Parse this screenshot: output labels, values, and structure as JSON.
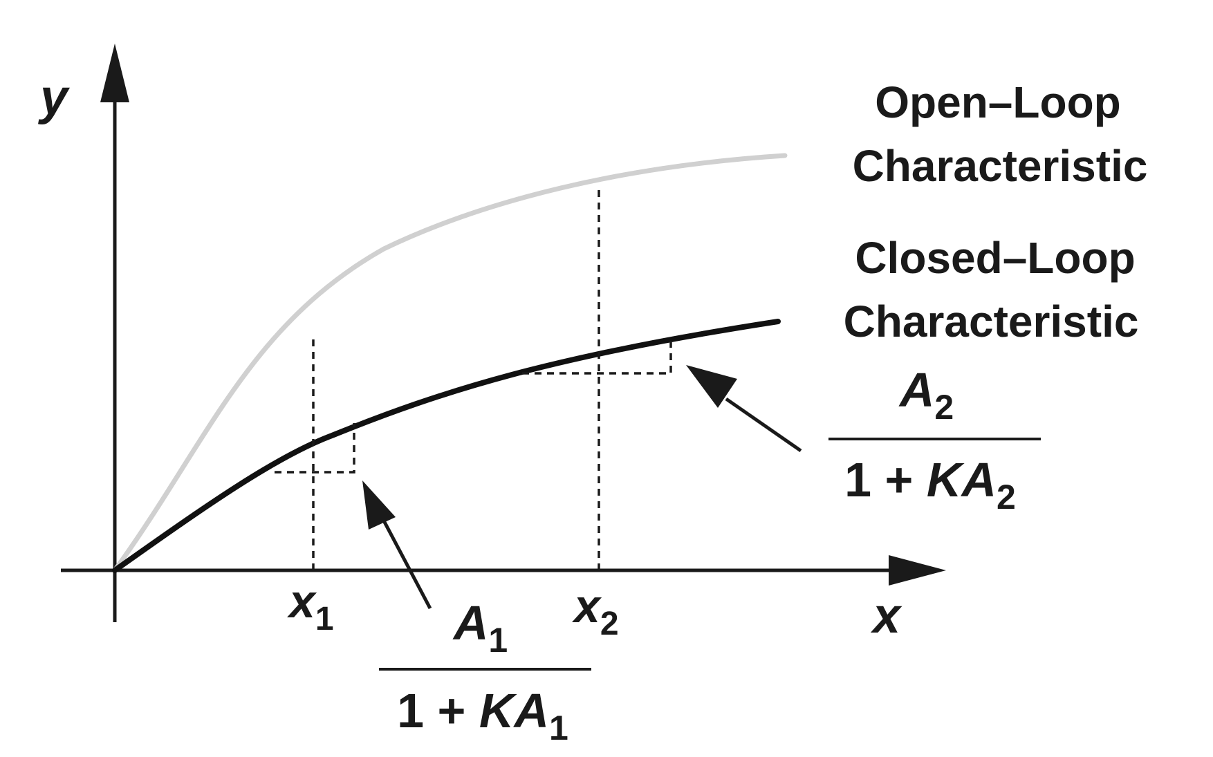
{
  "axes": {
    "y_label": "y",
    "x_label": "x"
  },
  "markers": {
    "x1": {
      "base": "x",
      "sub": "1"
    },
    "x2": {
      "base": "x",
      "sub": "2"
    }
  },
  "curves": {
    "open_loop": {
      "line1": "Open–Loop",
      "line2": "Characteristic",
      "color": "#d0d0d0"
    },
    "closed_loop": {
      "line1": "Closed–Loop",
      "line2": "Characteristic",
      "color": "#111111"
    }
  },
  "slope_labels": {
    "first": {
      "num_base": "A",
      "num_sub": "1",
      "den_prefix": "1 + ",
      "den_base": "KA",
      "den_sub": "1"
    },
    "second": {
      "num_base": "A",
      "num_sub": "2",
      "den_prefix": "1 + ",
      "den_base": "KA",
      "den_sub": "2"
    }
  }
}
